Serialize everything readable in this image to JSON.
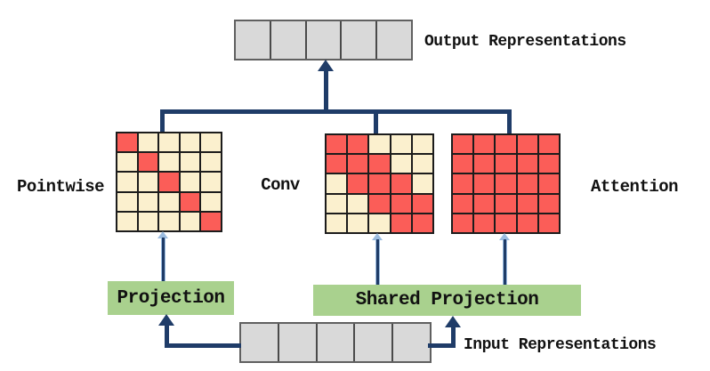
{
  "colors": {
    "navy": "#1f3c68",
    "steelLight": "#9bbce0",
    "red": "#fb5d58",
    "cream": "#fbf0ce",
    "green": "#a9d18e",
    "graycell": "#d9d9d9"
  },
  "output": {
    "label": "Output Representations",
    "num_cells": 5
  },
  "input": {
    "label": "Input Representations",
    "num_cells": 5
  },
  "branches": {
    "pointwise": {
      "label": "Pointwise",
      "pattern": [
        [
          1,
          0,
          0,
          0,
          0
        ],
        [
          0,
          1,
          0,
          0,
          0
        ],
        [
          0,
          0,
          1,
          0,
          0
        ],
        [
          0,
          0,
          0,
          1,
          0
        ],
        [
          0,
          0,
          0,
          0,
          1
        ]
      ]
    },
    "conv": {
      "label": "Conv",
      "pattern": [
        [
          1,
          1,
          0,
          0,
          0
        ],
        [
          1,
          1,
          1,
          0,
          0
        ],
        [
          0,
          1,
          1,
          1,
          0
        ],
        [
          0,
          0,
          1,
          1,
          1
        ],
        [
          0,
          0,
          0,
          1,
          1
        ]
      ]
    },
    "attention": {
      "label": "Attention",
      "pattern": [
        [
          1,
          1,
          1,
          1,
          1
        ],
        [
          1,
          1,
          1,
          1,
          1
        ],
        [
          1,
          1,
          1,
          1,
          1
        ],
        [
          1,
          1,
          1,
          1,
          1
        ],
        [
          1,
          1,
          1,
          1,
          1
        ]
      ]
    }
  },
  "projection": {
    "label": "Projection"
  },
  "shared_projection": {
    "label": "Shared Projection"
  }
}
